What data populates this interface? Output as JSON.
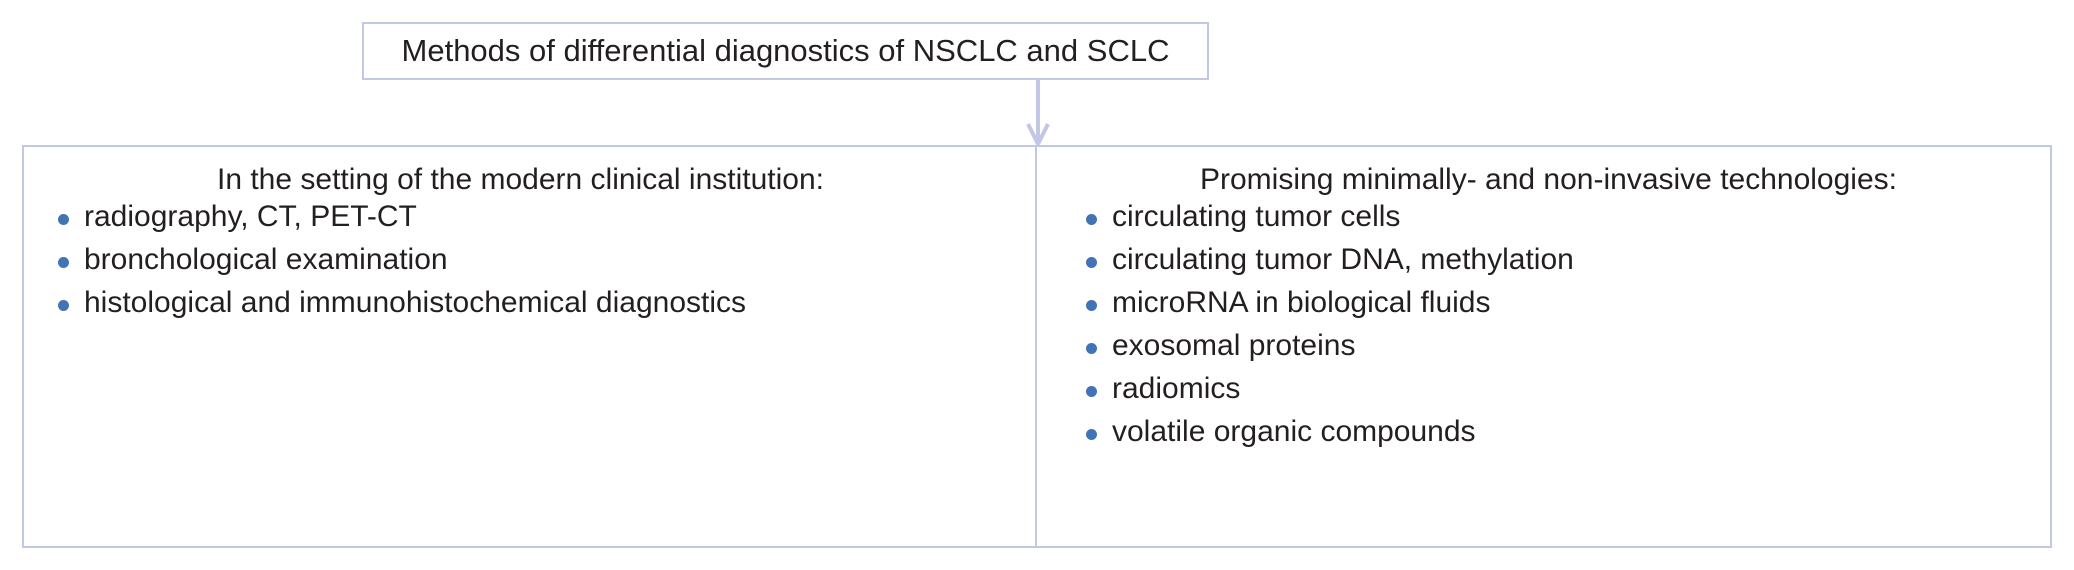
{
  "diagram": {
    "title_box": {
      "text": "Methods of differential diagnostics of NSCLC and SCLC"
    },
    "connector": {
      "icon": "down-arrow-icon"
    },
    "panels": [
      {
        "id": "clinical-institution",
        "heading": "In the setting of the modern clinical institution:",
        "items": [
          "radiography, CT, PET-CT",
          "bronchological examination",
          "histological and immunohistochemical diagnostics"
        ]
      },
      {
        "id": "promising-technologies",
        "heading": "Promising minimally- and non-invasive technologies:",
        "items": [
          "circulating tumor cells",
          "circulating tumor DNA, methylation",
          "microRNA in biological fluids",
          "exosomal proteins",
          "radiomics",
          "volatile organic compounds"
        ]
      }
    ],
    "colors": {
      "border": "#C3C7E6",
      "bullet": "#4273B7",
      "text": "#231f20",
      "background": "#ffffff"
    }
  }
}
